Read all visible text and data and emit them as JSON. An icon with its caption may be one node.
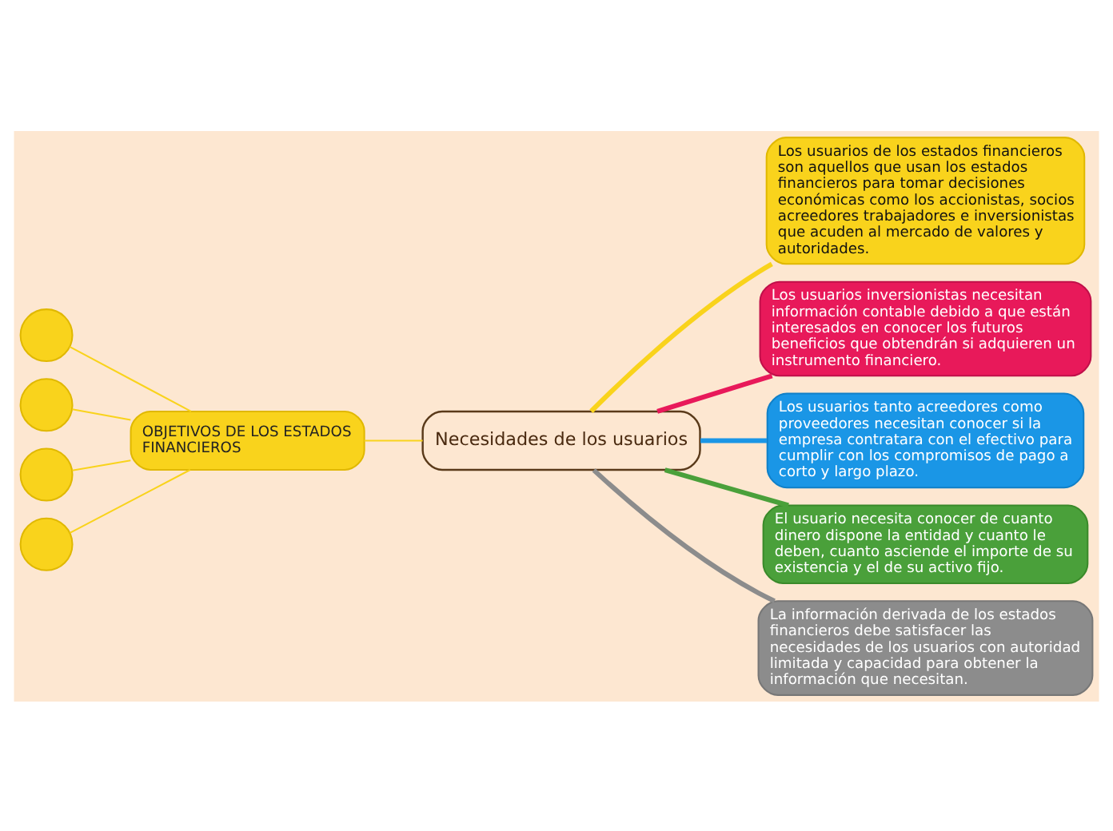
{
  "diagram": {
    "nodes": [
      {
        "text": [
          "Necesidades de los usuarios"
        ]
      },
      {
        "text": [
          "OBJETIVOS DE LOS ESTADOS FINANCIEROS"
        ]
      },
      {
        "text": [],
        "shape": "circle"
      },
      {
        "text": [],
        "shape": "circle"
      },
      {
        "text": [],
        "shape": "circle"
      },
      {
        "text": [],
        "shape": "circle"
      },
      {
        "text": [
          "Los usuarios de los estados financieros son aquellos que usan los estados financieros para tomar decisiones económicas como los accionistas, socios acreedores trabajadores e inversionistas que acuden al mercado de valores y autoridades."
        ]
      },
      {
        "text": [
          "Los usuarios inversionistas necesitan información contable debido a que están interesados en conocer los futuros beneficios que obtendrán si adquieren un instrumento financiero."
        ]
      },
      {
        "text": [
          "Los usuarios tanto acreedores como proveedores necesitan conocer si la empresa contratara con el efectivo para cumplir con los compromisos de pago a corto y largo plazo."
        ]
      },
      {
        "text": [
          "El usuario necesita conocer de cuanto dinero dispone la entidad y cuanto le deben, cuanto asciende el importe de su existencia y el de su activo fijo."
        ]
      },
      {
        "text": [
          "La información derivada de los estados financieros debe satisfacer las necesidades de los usuarios con autoridad limitada y capacidad para obtener la información que necesitan."
        ]
      }
    ],
    "edges": [
      {
        "from": 0,
        "to": 1,
        "arrow": "none",
        "color": "#f9d31c"
      },
      {
        "from": 1,
        "to": 2,
        "arrow": "none",
        "color": "#f9d31c"
      },
      {
        "from": 1,
        "to": 3,
        "arrow": "none",
        "color": "#f9d31c"
      },
      {
        "from": 1,
        "to": 4,
        "arrow": "none",
        "color": "#f9d31c"
      },
      {
        "from": 1,
        "to": 5,
        "arrow": "none",
        "color": "#f9d31c"
      },
      {
        "from": 0,
        "to": 6,
        "arrow": "none",
        "style": "thick",
        "color": "#f9d31c"
      },
      {
        "from": 0,
        "to": 7,
        "arrow": "none",
        "style": "thick",
        "color": "#e8195a"
      },
      {
        "from": 0,
        "to": 8,
        "arrow": "none",
        "style": "thick",
        "color": "#1a96e6"
      },
      {
        "from": 0,
        "to": 9,
        "arrow": "none",
        "style": "thick",
        "color": "#4aa03a"
      },
      {
        "from": 0,
        "to": 10,
        "arrow": "none",
        "style": "thick",
        "color": "#8c8c8c"
      }
    ]
  }
}
